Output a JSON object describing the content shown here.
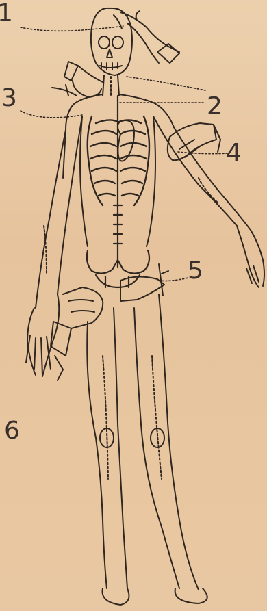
{
  "labels": {
    "l1": "1",
    "l2": "2",
    "l3": "3",
    "l4": "4",
    "l5": "5",
    "l6": "6"
  },
  "colors": {
    "paper": "#e8c7a0",
    "ink": "#2f2620"
  },
  "icons": {
    "figure": "anatomical-skeleton-figure-icon",
    "hands": "pressure-point-hand-icon"
  }
}
